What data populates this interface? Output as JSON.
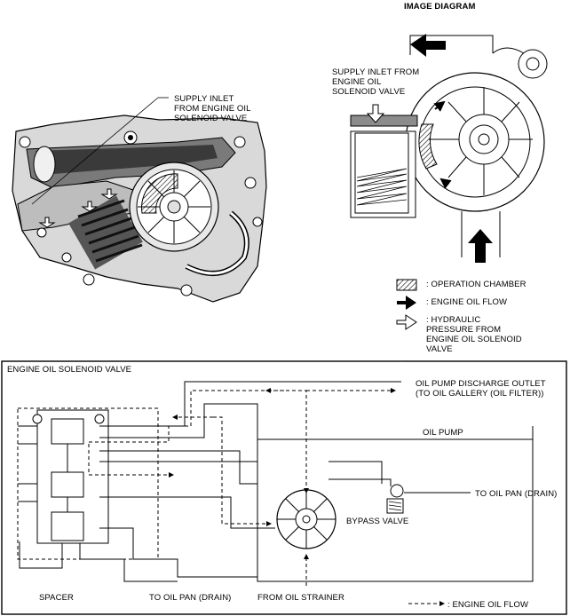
{
  "image_diagram": {
    "title": "IMAGE DIAGRAM",
    "supply_inlet": "SUPPLY INLET FROM\nENGINE OIL\nSOLENOID VALVE"
  },
  "photo": {
    "supply_inlet": "SUPPLY INLET\nFROM ENGINE OIL\nSOLENOID VALVE"
  },
  "legend": {
    "operation_chamber": ": OPERATION CHAMBER",
    "engine_oil_flow": ": ENGINE OIL FLOW",
    "hydraulic_pressure": ": HYDRAULIC\nPRESSURE FROM\nENGINE OIL SOLENOID\nVALVE"
  },
  "circuit": {
    "solenoid_valve": "ENGINE OIL SOLENOID VALVE",
    "discharge_outlet": "OIL PUMP DISCHARGE OUTLET\n(TO OIL GALLERY (OIL FILTER))",
    "oil_pump": "OIL PUMP",
    "to_oil_pan_right": "TO OIL PAN (DRAIN)",
    "bypass_valve": "BYPASS VALVE",
    "spacer": "SPACER",
    "to_oil_pan_bottom": "TO OIL PAN (DRAIN)",
    "from_strainer": "FROM OIL STRAINER",
    "flow_legend": ": ENGINE OIL FLOW"
  },
  "colors": {
    "line": "#000000",
    "hatch_fill": "#dcdcdc",
    "body_gray": "#8c8c8c",
    "dark": "#2a2a2a"
  }
}
